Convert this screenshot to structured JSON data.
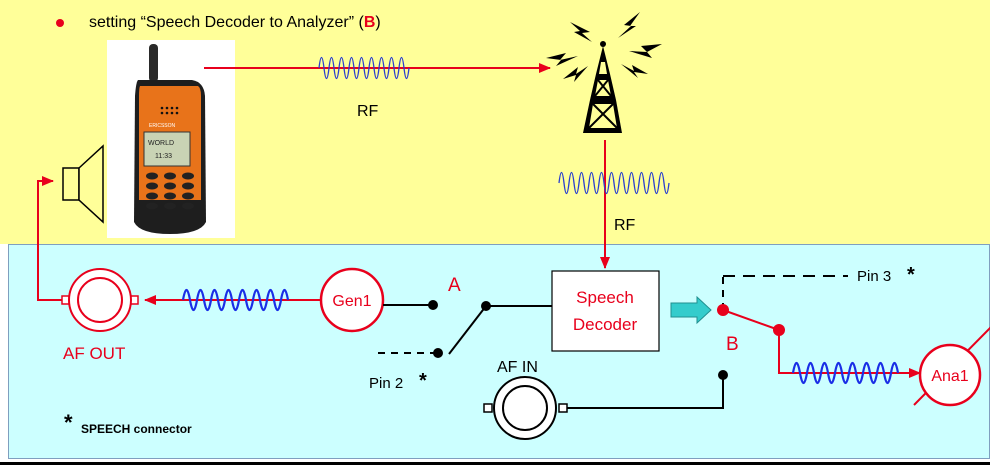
{
  "header": {
    "bullet_text_before": "setting “Speech Decoder to Analyzer” (",
    "bullet_text_highlight": "B",
    "bullet_text_after": ")"
  },
  "labels": {
    "rf_top": "RF",
    "rf_right": "RF",
    "af_out": "AF OUT",
    "gen1": "Gen1",
    "point_a": "A",
    "point_b": "B",
    "speech_decoder_line1": "Speech",
    "speech_decoder_line2": "Decoder",
    "pin3": "Pin 3",
    "pin2": "Pin 2",
    "af_in": "AF IN",
    "ana1": "Ana1",
    "asterisk": "*",
    "speech_connector": "SPEECH connector"
  },
  "phone": {
    "brand": "ERICSSON",
    "screen_line1": "WORLD",
    "screen_line2": "11:33"
  },
  "colors": {
    "accent_red": "#e8001c",
    "wave_blue": "#0000cc",
    "bg_yellow": "#ffff99",
    "bg_cyan": "#ccffff",
    "arrow_teal": "#33cccc"
  }
}
